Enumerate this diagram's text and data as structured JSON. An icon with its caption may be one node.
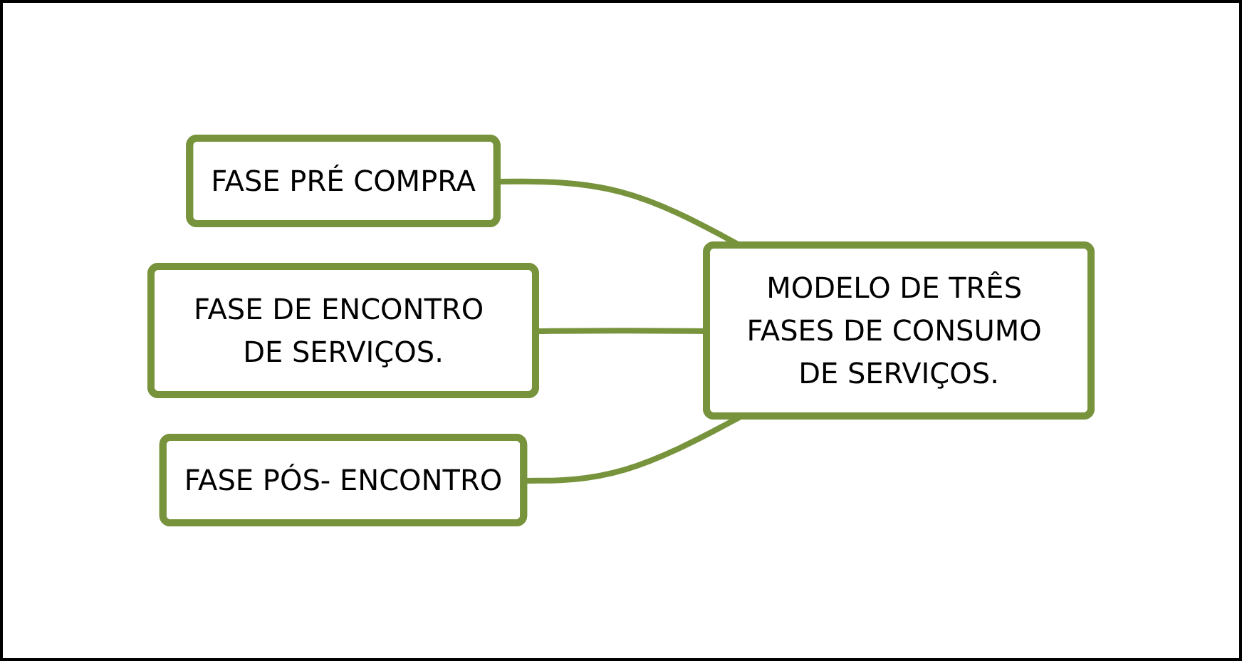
{
  "diagram": {
    "nodes": [
      {
        "text": [
          "FASE PRÉ COMPRA"
        ]
      },
      {
        "text": [
          "FASE DE ENCONTRO DE SERVIÇOS."
        ]
      },
      {
        "text": [
          "FASE PÓS- ENCONTRO"
        ]
      },
      {
        "text": [
          "MODELO DE TRÊS FASES DE CONSUMO DE SERVIÇOS."
        ]
      }
    ],
    "edges": [
      {
        "from": 0,
        "to": 3,
        "arrow": "none"
      },
      {
        "from": 1,
        "to": 3,
        "arrow": "none"
      },
      {
        "from": 2,
        "to": 3,
        "arrow": "none"
      }
    ]
  }
}
